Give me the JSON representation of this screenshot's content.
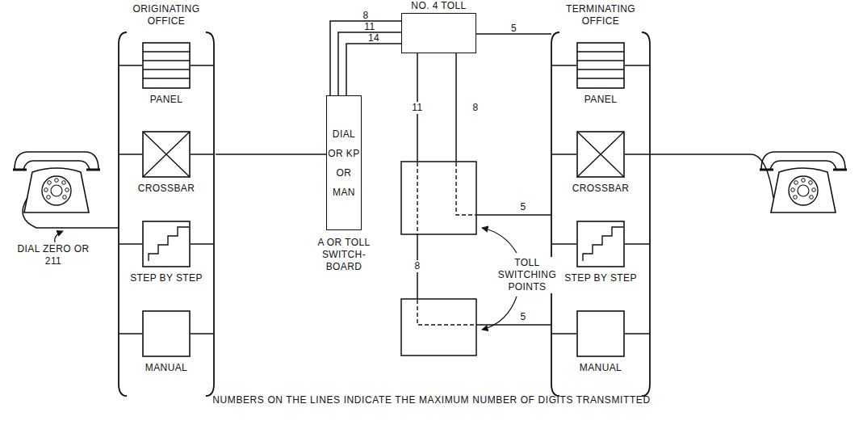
{
  "diagram": {
    "caption": "NUMBERS ON THE LINES INDICATE THE MAXIMUM NUMBER OF DIGITS TRANSMITTED",
    "nodes": [
      {
        "text": [
          "ORIGINATING OFFICE"
        ]
      },
      {
        "text": [
          "PANEL"
        ],
        "in": 0
      },
      {
        "text": [
          "CROSSBAR"
        ],
        "in": 0
      },
      {
        "text": [
          "STEP BY STEP"
        ],
        "in": 0
      },
      {
        "text": [
          "MANUAL"
        ],
        "in": 0
      },
      {
        "text": [
          "DIAL OR KP OR MAN",
          "A OR TOLL SWITCH-BOARD"
        ]
      },
      {
        "text": [
          "NO. 4 TOLL"
        ]
      },
      {
        "text": [
          "TERMINATING OFFICE"
        ]
      },
      {
        "text": [
          "PANEL"
        ],
        "in": 7
      },
      {
        "text": [
          "CROSSBAR"
        ],
        "in": 7
      },
      {
        "text": [
          "STEP BY STEP"
        ],
        "in": 7
      },
      {
        "text": [
          "MANUAL"
        ],
        "in": 7
      }
    ],
    "edges": [
      {
        "from": 0,
        "to": 5,
        "arrow": "none"
      },
      {
        "from": 5,
        "to": 6,
        "label": "8",
        "arrow": "none"
      },
      {
        "from": 5,
        "to": 6,
        "label": "11",
        "arrow": "none"
      },
      {
        "from": 5,
        "to": 6,
        "label": "14",
        "arrow": "none"
      },
      {
        "from": 6,
        "to": 7,
        "label": "5",
        "arrow": "none"
      }
    ],
    "labels": [
      "11",
      "8",
      "8",
      "5",
      "5",
      "TOLL SWITCHING POINTS",
      "DIAL ZERO OR 211"
    ]
  }
}
